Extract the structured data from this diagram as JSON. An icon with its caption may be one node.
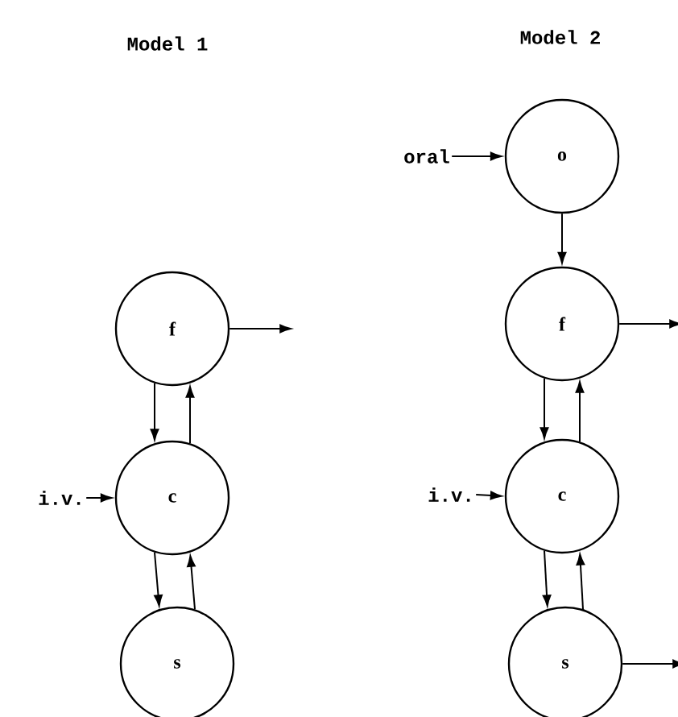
{
  "diagram": {
    "nodes": [
      {
        "text": [
          "f"
        ]
      },
      {
        "text": [
          "c"
        ]
      },
      {
        "text": [
          "s"
        ]
      },
      {
        "text": [
          "i.v."
        ]
      },
      {
        "text": [
          "o"
        ]
      },
      {
        "text": [
          "f"
        ]
      },
      {
        "text": [
          "c"
        ]
      },
      {
        "text": [
          "s"
        ]
      },
      {
        "text": [
          "oral"
        ]
      },
      {
        "text": [
          "i.v."
        ]
      }
    ],
    "edges": [
      {
        "from": 0,
        "to": null,
        "arrow": "to"
      },
      {
        "from": 0,
        "to": 1,
        "arrow": "to"
      },
      {
        "from": 1,
        "to": 0,
        "arrow": "to"
      },
      {
        "from": 1,
        "to": 2,
        "arrow": "to"
      },
      {
        "from": 2,
        "to": 1,
        "arrow": "to"
      },
      {
        "from": 3,
        "to": 1,
        "arrow": "to"
      },
      {
        "from": 8,
        "to": 4,
        "arrow": "to"
      },
      {
        "from": 4,
        "to": 5,
        "arrow": "to"
      },
      {
        "from": 5,
        "to": null,
        "arrow": "to"
      },
      {
        "from": 5,
        "to": 6,
        "arrow": "to"
      },
      {
        "from": 6,
        "to": 5,
        "arrow": "to"
      },
      {
        "from": 6,
        "to": 7,
        "arrow": "to"
      },
      {
        "from": 7,
        "to": 6,
        "arrow": "to"
      },
      {
        "from": 7,
        "to": null,
        "arrow": "to"
      },
      {
        "from": 9,
        "to": 6,
        "arrow": "to"
      }
    ],
    "labels": [
      "Model 1",
      "Model 2"
    ]
  }
}
